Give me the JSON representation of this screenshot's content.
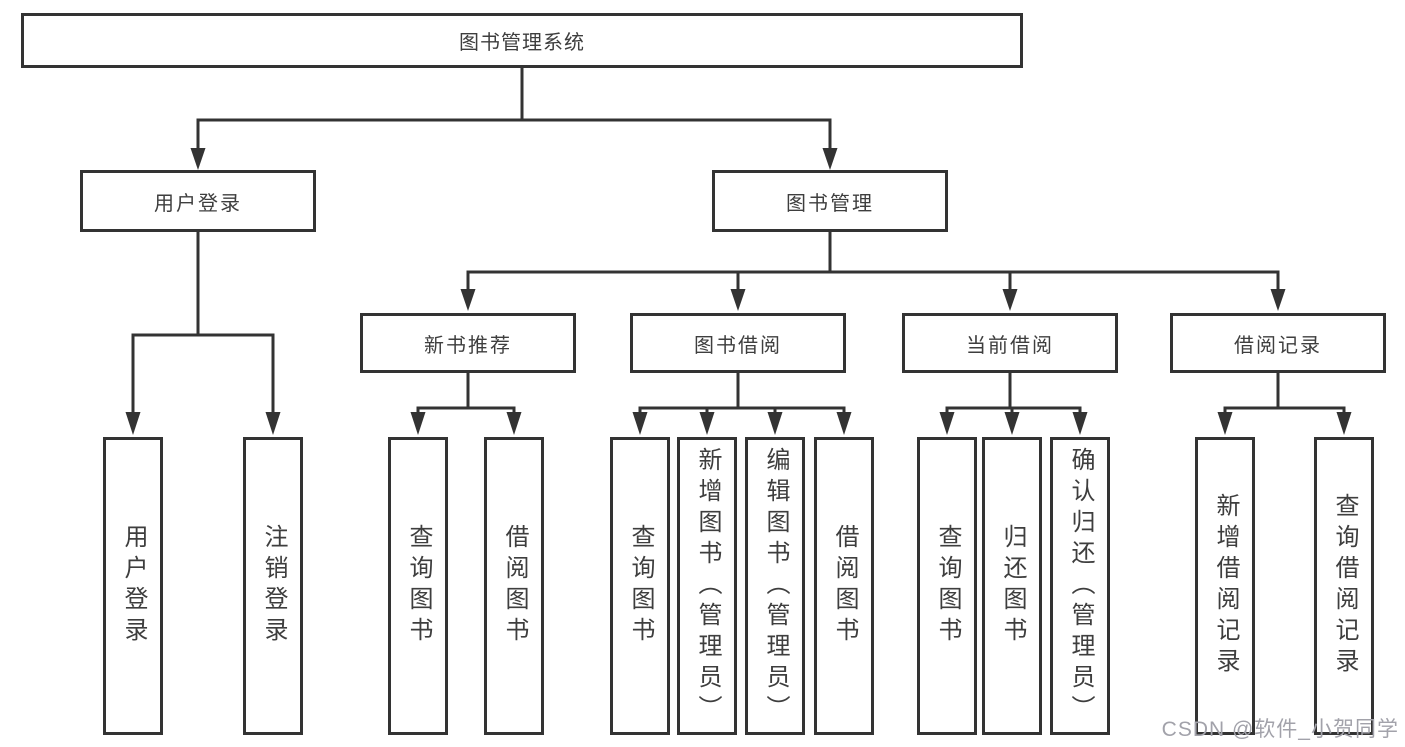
{
  "watermark": {
    "text": "CSDN @软件_小贺同学",
    "color": "#a2a2aa"
  },
  "colors": {
    "line": "#333333",
    "box_border": "#333333",
    "text": "#3e3e3e",
    "background": "#ffffff"
  },
  "tree": {
    "label": "图书管理系统",
    "children": [
      {
        "label": "用户登录",
        "children": [
          {
            "label": "用户登录"
          },
          {
            "label": "注销登录"
          }
        ]
      },
      {
        "label": "图书管理",
        "children": [
          {
            "label": "新书推荐",
            "children": [
              {
                "label": "查询图书"
              },
              {
                "label": "借阅图书"
              }
            ]
          },
          {
            "label": "图书借阅",
            "children": [
              {
                "label": "查询图书"
              },
              {
                "label": "新增图书（管理员）"
              },
              {
                "label": "编辑图书（管理员）"
              },
              {
                "label": "借阅图书"
              }
            ]
          },
          {
            "label": "当前借阅",
            "children": [
              {
                "label": "查询图书"
              },
              {
                "label": "归还图书"
              },
              {
                "label": "确认归还（管理员）"
              }
            ]
          },
          {
            "label": "借阅记录",
            "children": [
              {
                "label": "新增借阅记录"
              },
              {
                "label": "查询借阅记录"
              }
            ]
          }
        ]
      }
    ]
  }
}
